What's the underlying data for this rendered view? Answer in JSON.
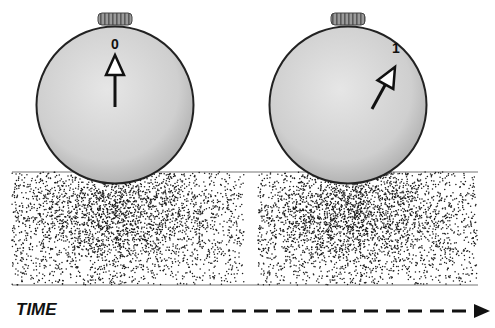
{
  "diagram": {
    "nodes": [
      {
        "text": [
          "0"
        ]
      },
      {
        "text": [
          "1"
        ]
      }
    ],
    "labels": [
      "TIME"
    ]
  }
}
